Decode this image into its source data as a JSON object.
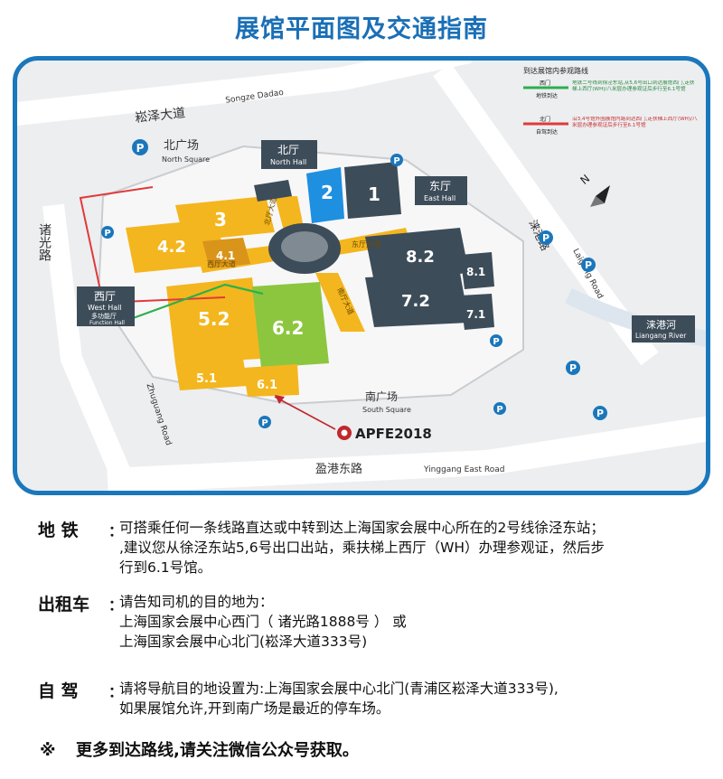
{
  "title": "展馆平面图及交通指南",
  "map": {
    "roads": {
      "songze_cn": "崧泽大道",
      "songze_en": "Songze Dadao",
      "zhuguang_cn": "诸光路",
      "zhuguang_en": "Zhuguang Road",
      "laigang_cn": "涞港路",
      "laigang_en": "Laigang Road",
      "yinggang_cn": "盈港东路",
      "yinggang_en": "Yinggang East Road",
      "river_cn": "涞港河",
      "river_en": "Liangang River"
    },
    "areas": {
      "north_square_cn": "北广场",
      "north_square_en": "North Square",
      "south_square_cn": "南广场",
      "south_square_en": "South Square"
    },
    "halls": {
      "north_cn": "北厅",
      "north_en": "North Hall",
      "east_cn": "东厅",
      "east_en": "East Hall",
      "west_cn": "西厅",
      "west_en": "West Hall",
      "function_cn": "多功能厅",
      "function_en": "Function Hall",
      "blocks": {
        "h1": "1",
        "h2": "2",
        "h3": "3",
        "h4_2": "4.2",
        "h4_1": "4.1",
        "h5_2": "5.2",
        "h5_1": "5.1",
        "h6_2": "6.2",
        "h6_1": "6.1",
        "h7_2": "7.2",
        "h7_1": "7.1",
        "h8_2": "8.2",
        "h8_1": "8.1"
      }
    },
    "corridors": {
      "north": "北厅大道",
      "south": "南厅大道",
      "west": "西厅大道",
      "east": "东厅大道"
    },
    "parking": "P",
    "compass": "N",
    "event": "APFE2018",
    "legend": {
      "title": "到达展馆内参观路线",
      "west_gate": "西门",
      "west_mode": "地铁到达",
      "west_desc": "地铁二号线到徐泾东站,从5,6号出口到达展馆西门,走扶梯上西厅(WH)/八米层办理参观证后步行至6.1号馆",
      "north_gate": "北门",
      "north_mode": "自驾到达",
      "north_desc": "沿3,4号馆外围展馆内路到达西门,走扶梯上西厅(WH)/八米层办理参观证后步行至6.1号馆",
      "colors": {
        "west": "#2db04b",
        "north": "#e03a3a"
      }
    },
    "colors": {
      "yellow": "#f4b61e",
      "yellow_dark": "#d9941a",
      "blue": "#1f8fe0",
      "slate": "#3d4c59",
      "green": "#8cc63e",
      "road": "#ffffff",
      "brand": "#1b77bb"
    }
  },
  "info": {
    "metro": {
      "label": "地 铁",
      "lines": [
        "可搭乘任何一条线路直达或中转到达上海国家会展中心所在的2号线徐泾东站；",
        ",建议您从徐泾东站5,6号出口出站，乘扶梯上西厅（WH）办理参观证，然后步",
        "行到6.1号馆。"
      ]
    },
    "taxi": {
      "label": "出租车",
      "lines": [
        "请告知司机的目的地为：",
        "上海国家会展中心西门（ 诸光路1888号 ） 或",
        "上海国家会展中心北门(崧泽大道333号)"
      ]
    },
    "drive": {
      "label": "自 驾",
      "lines": [
        "请将导航目的地设置为:上海国家会展中心北门(青浦区崧泽大道333号),",
        "如果展馆允许,开到南广场是最近的停车场。"
      ]
    },
    "colon": "："
  },
  "footer": {
    "mark": "※",
    "text": "更多到达路线,请关注微信公众号获取。"
  }
}
